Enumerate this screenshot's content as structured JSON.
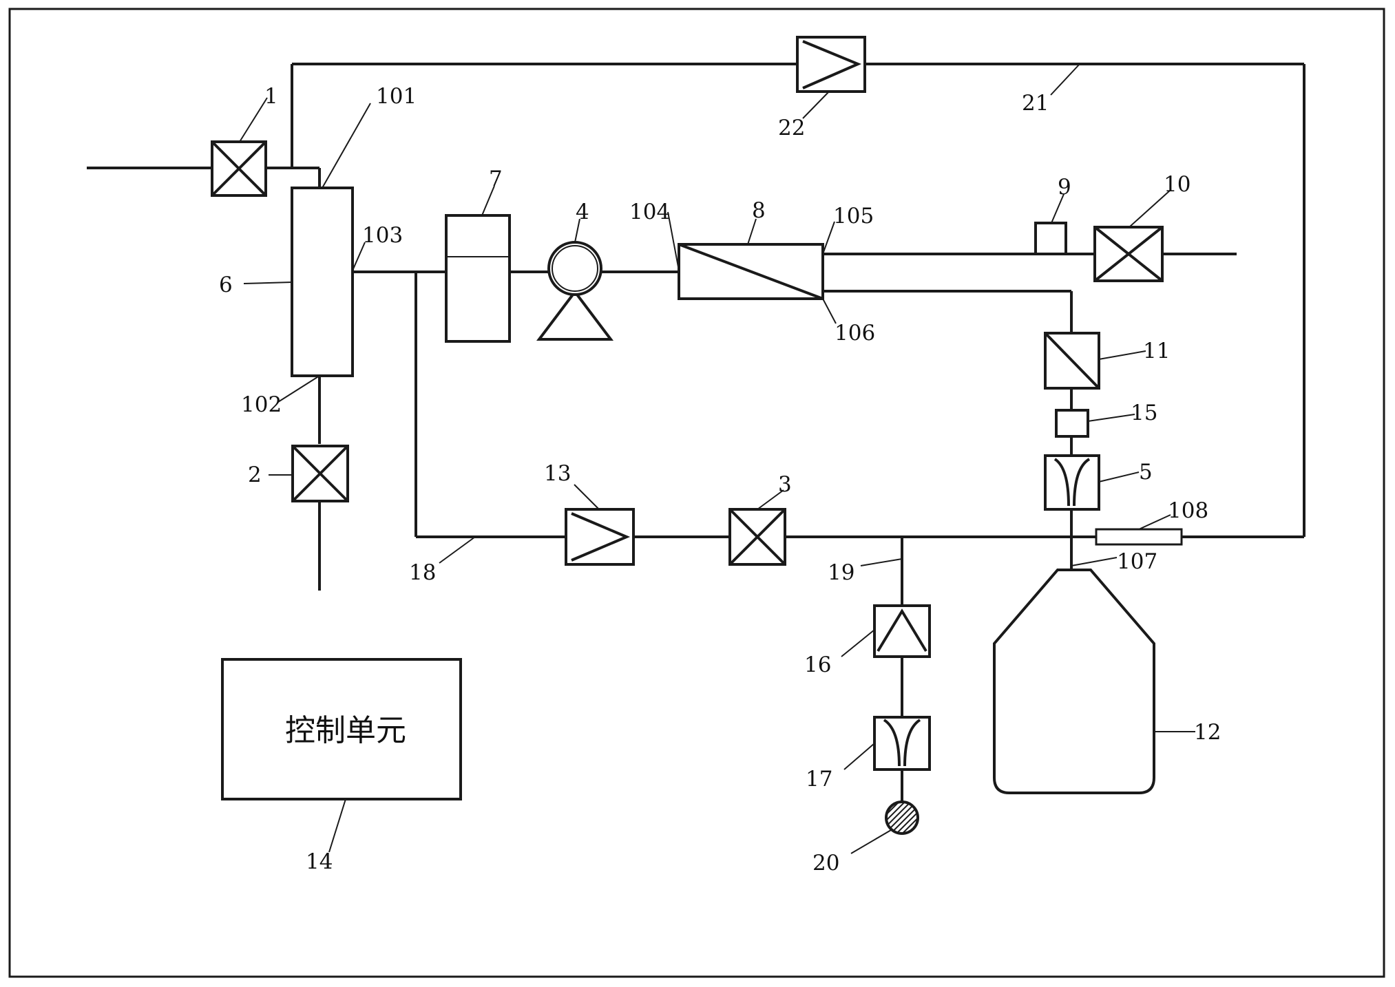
{
  "diagram": {
    "control_unit_text": "控制单元",
    "labels": {
      "l1": "1",
      "l2": "2",
      "l3": "3",
      "l4": "4",
      "l5": "5",
      "l6": "6",
      "l7": "7",
      "l8": "8",
      "l9": "9",
      "l10": "10",
      "l11": "11",
      "l12": "12",
      "l13": "13",
      "l14": "14",
      "l15": "15",
      "l16": "16",
      "l17": "17",
      "l18": "18",
      "l19": "19",
      "l20": "20",
      "l21": "21",
      "l22": "22",
      "l101": "101",
      "l102": "102",
      "l103": "103",
      "l104": "104",
      "l105": "105",
      "l106": "106",
      "l107": "107",
      "l108": "108"
    }
  }
}
